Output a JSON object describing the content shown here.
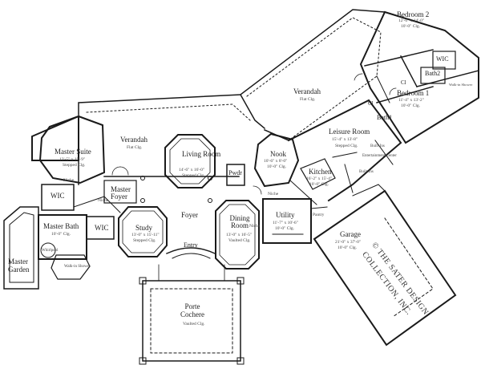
{
  "rooms": {
    "bedroom2": {
      "name": "Bedroom 2",
      "dim1": "12'-0\" x 14'-0\"",
      "dim2": "10'-0\" Clg."
    },
    "wic_upper": {
      "name": "WIC"
    },
    "bath2": {
      "name": "Bath2"
    },
    "walkin_shower_upper": {
      "name": "Walk-in Shower"
    },
    "bedroom1": {
      "name": "Bedroom 1",
      "dim1": "11'-4\" x 13'-2\"",
      "dim2": "10'-0\" Clg."
    },
    "cl_upper": {
      "name": "Cl"
    },
    "cl_lower": {
      "name": "Cl"
    },
    "bath1": {
      "name": "Bath1"
    },
    "verandah_right": {
      "name": "Verandah",
      "dim1": "Flat Clg."
    },
    "leisure_room": {
      "name": "Leisure Room",
      "dim1": "15'-4\" x 13'-8\"",
      "dim2": "Stepped Clg."
    },
    "built_ins_1": {
      "name": "Built-Ins"
    },
    "entertainment_center": {
      "name": "Entertainment Center"
    },
    "built_ins_2": {
      "name": "Built-Ins"
    },
    "nook": {
      "name": "Nook",
      "dim1": "10'-6\" x 8'-0\"",
      "dim2": "10'-0\" Clg."
    },
    "kitchen": {
      "name": "Kitchen",
      "dim1": "16'-2\" x 15'-4\"",
      "dim2": "10'-0\" Clg."
    },
    "pantry": {
      "name": "Pantry"
    },
    "verandah_left": {
      "name": "Verandah",
      "dim1": "Flat Clg."
    },
    "master_suite": {
      "name": "Master Suite",
      "dim1": "13'-5\" x 19'-9\"",
      "dim2": "Stepped Clg."
    },
    "living_room": {
      "name": "Living Room",
      "dim1": "14'-6\" x 16'-0\"",
      "dim2": "Stepped Clg."
    },
    "pwdr": {
      "name": "Pwdr"
    },
    "niche_1": {
      "name": "Niche"
    },
    "niche_2": {
      "name": "Niche"
    },
    "niche_3": {
      "name": "Niche"
    },
    "niche_4": {
      "name": "Niche"
    },
    "wic_master": {
      "name": "WIC"
    },
    "master_foyer": {
      "name": "Master Foyer"
    },
    "foyer": {
      "name": "Foyer"
    },
    "master_bath": {
      "name": "Master Bath",
      "dim1": "10'-0\" Clg."
    },
    "wic_master2": {
      "name": "WIC"
    },
    "study": {
      "name": "Study",
      "dim1": "13'-0\" x 15'-11\"",
      "dim2": "Stepped Clg."
    },
    "dining_room": {
      "name": "Dining Room",
      "dim1": "13'-0\" x 16'-5\"",
      "dim2": "Vaulted Clg."
    },
    "utility": {
      "name": "Utility",
      "dim1": "11'-7\" x 10'-6\"",
      "dim2": "10'-0\" Clg."
    },
    "garage": {
      "name": "Garage",
      "dim1": "21'-0\" x 37'-0\"",
      "dim2": "10'-0\" Clg."
    },
    "whirlpool": {
      "name": "Whirlpool"
    },
    "walkin_shower_master": {
      "name": "Walk-in Shower"
    },
    "entry": {
      "name": "Entry"
    },
    "master_garden": {
      "name": "Master Garden"
    },
    "porte_cochere": {
      "name": "Porte Cochere",
      "dim1": "Vaulted Clg."
    }
  },
  "watermark": {
    "line1": "© THE SATER DESIGN",
    "line2": "COLLECTION, INC."
  }
}
